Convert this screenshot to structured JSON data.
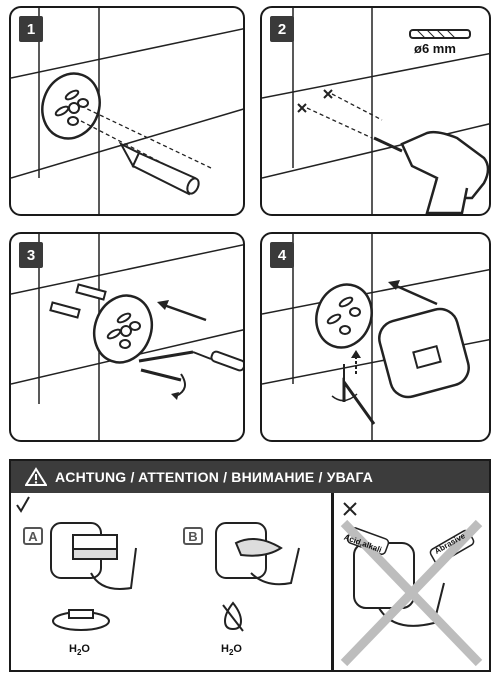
{
  "steps": [
    {
      "number": "1"
    },
    {
      "number": "2",
      "drill_bit_diameter": "ø6 mm"
    },
    {
      "number": "3"
    },
    {
      "number": "4"
    }
  ],
  "warning": {
    "title": "ACHTUNG / ATTENTION / ВНИМАНИЕ / УВАГА",
    "option_a": "A",
    "option_b": "B",
    "water": "H",
    "water_sub": "2",
    "water_tail": "O",
    "forbidden_labels": {
      "acid": "Acid,alkali",
      "abrasive": "Abrasive"
    }
  },
  "colors": {
    "border": "#1a1a1a",
    "header_bg": "#3c3c3c",
    "cross": "#bdbdbd"
  }
}
